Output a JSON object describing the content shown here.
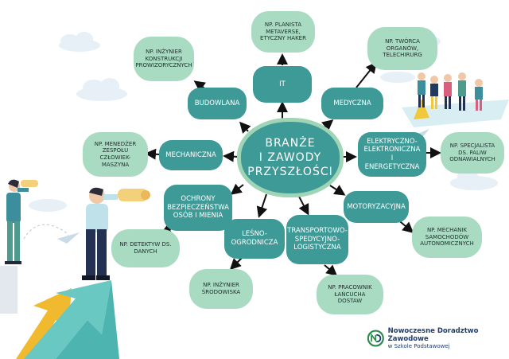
{
  "center": {
    "line1": "BRANŻE",
    "line2": "I ZAWODY",
    "line3": "PRZYSZŁOŚCI"
  },
  "branches": {
    "it": "IT",
    "budowlana": "BUDOWLANA",
    "medyczna": "MEDYCZNA",
    "mechaniczna": "MECHANICZNA",
    "elektryczno": "ELEKTRYCZNO-ELEKTRONICZNA I ENERGETYCZNA",
    "ochrony": "OCHRONY BEZPIECZEŃSTWA OSÓB I MIENIA",
    "lesno": "LEŚNO-OGRODNICZA",
    "transportowo": "TRANSPORTOWO-SPEDYCYJNO-LOGISTYCZNA",
    "motoryzacyjna": "MOTORYZACYJNA"
  },
  "examples": {
    "it": "NP. PLANISTA METAVERSE, ETYCZNY HAKER",
    "budowlana": "NP. INŻYNIER KONSTRUKCJI PROWIZORYCZNYCH",
    "medyczna": "NP. TWÓRCA ORGANÓW, TELECHIRURG",
    "mechaniczna": "NP. MENEDŻER ZESPOŁU CZŁOWIEK-MASZYNA",
    "elektryczno": "NP. SPECJALISTA DS. PALIW ODNAWIALNYCH",
    "ochrony": "NP. DETEKTYW DS. DANYCH",
    "lesno": "NP. INŻYNIER ŚRODOWISKA",
    "transportowo": "NP. PRACOWNIK ŁAŃCUCHA DOSTAW",
    "motoryzacyjna": "NP. MECHANIK SAMOCHODÓW AUTONOMICZNYCH"
  },
  "logo": {
    "title": "Nowoczesne Doradztwo Zawodowe",
    "subtitle": "w Szkole Podstawowej"
  },
  "colors": {
    "branch": "#3d9a96",
    "example": "#a9dbc3",
    "center_border": "#9fd4b6",
    "arrow": "#111111",
    "logo_text": "#1f3f73"
  }
}
